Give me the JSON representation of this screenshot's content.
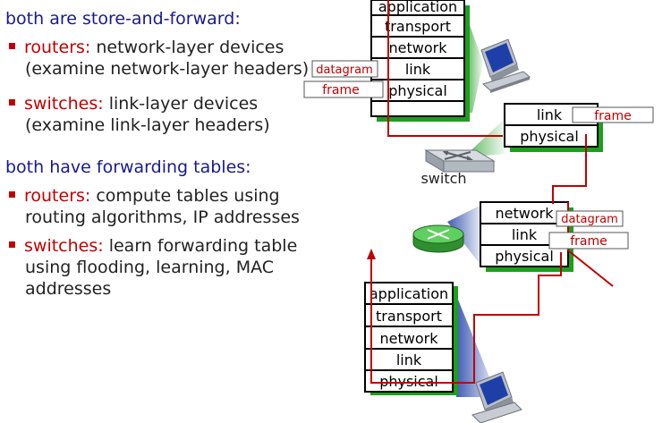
{
  "text": {
    "heading1": "both are store-and-forward:",
    "heading2": "both have forwarding tables:",
    "b1_term": "routers:",
    "b1_l1": "network-layer devices",
    "b1_l2": "(examine network-layer headers)",
    "b2_term": "switches:",
    "b2_l1": "link-layer devices",
    "b2_l2": "(examine link-layer headers)",
    "b3_term": "routers:",
    "b3_l1": "compute tables using",
    "b3_l2": "routing algorithms, IP addresses",
    "b4_term": "switches:",
    "b4_l1": "learn forwarding table",
    "b4_l2": "using flooding, learning, MAC",
    "b4_l3": "addresses"
  },
  "diagram": {
    "host_top_layers": [
      "application",
      "transport",
      "network",
      "link",
      "physical"
    ],
    "switch_layers": [
      "link",
      "physical"
    ],
    "switch_label": "switch",
    "router_layers": [
      "network",
      "link",
      "physical"
    ],
    "host_bottom_layers": [
      "application",
      "transport",
      "network",
      "link",
      "physical"
    ],
    "tag_datagram": "datagram",
    "tag_frame": "frame"
  },
  "colors": {
    "accent_red": "#c00000",
    "heading_blue": "#1a1a8c",
    "stack_shadow_green": "#1e9e1e"
  }
}
